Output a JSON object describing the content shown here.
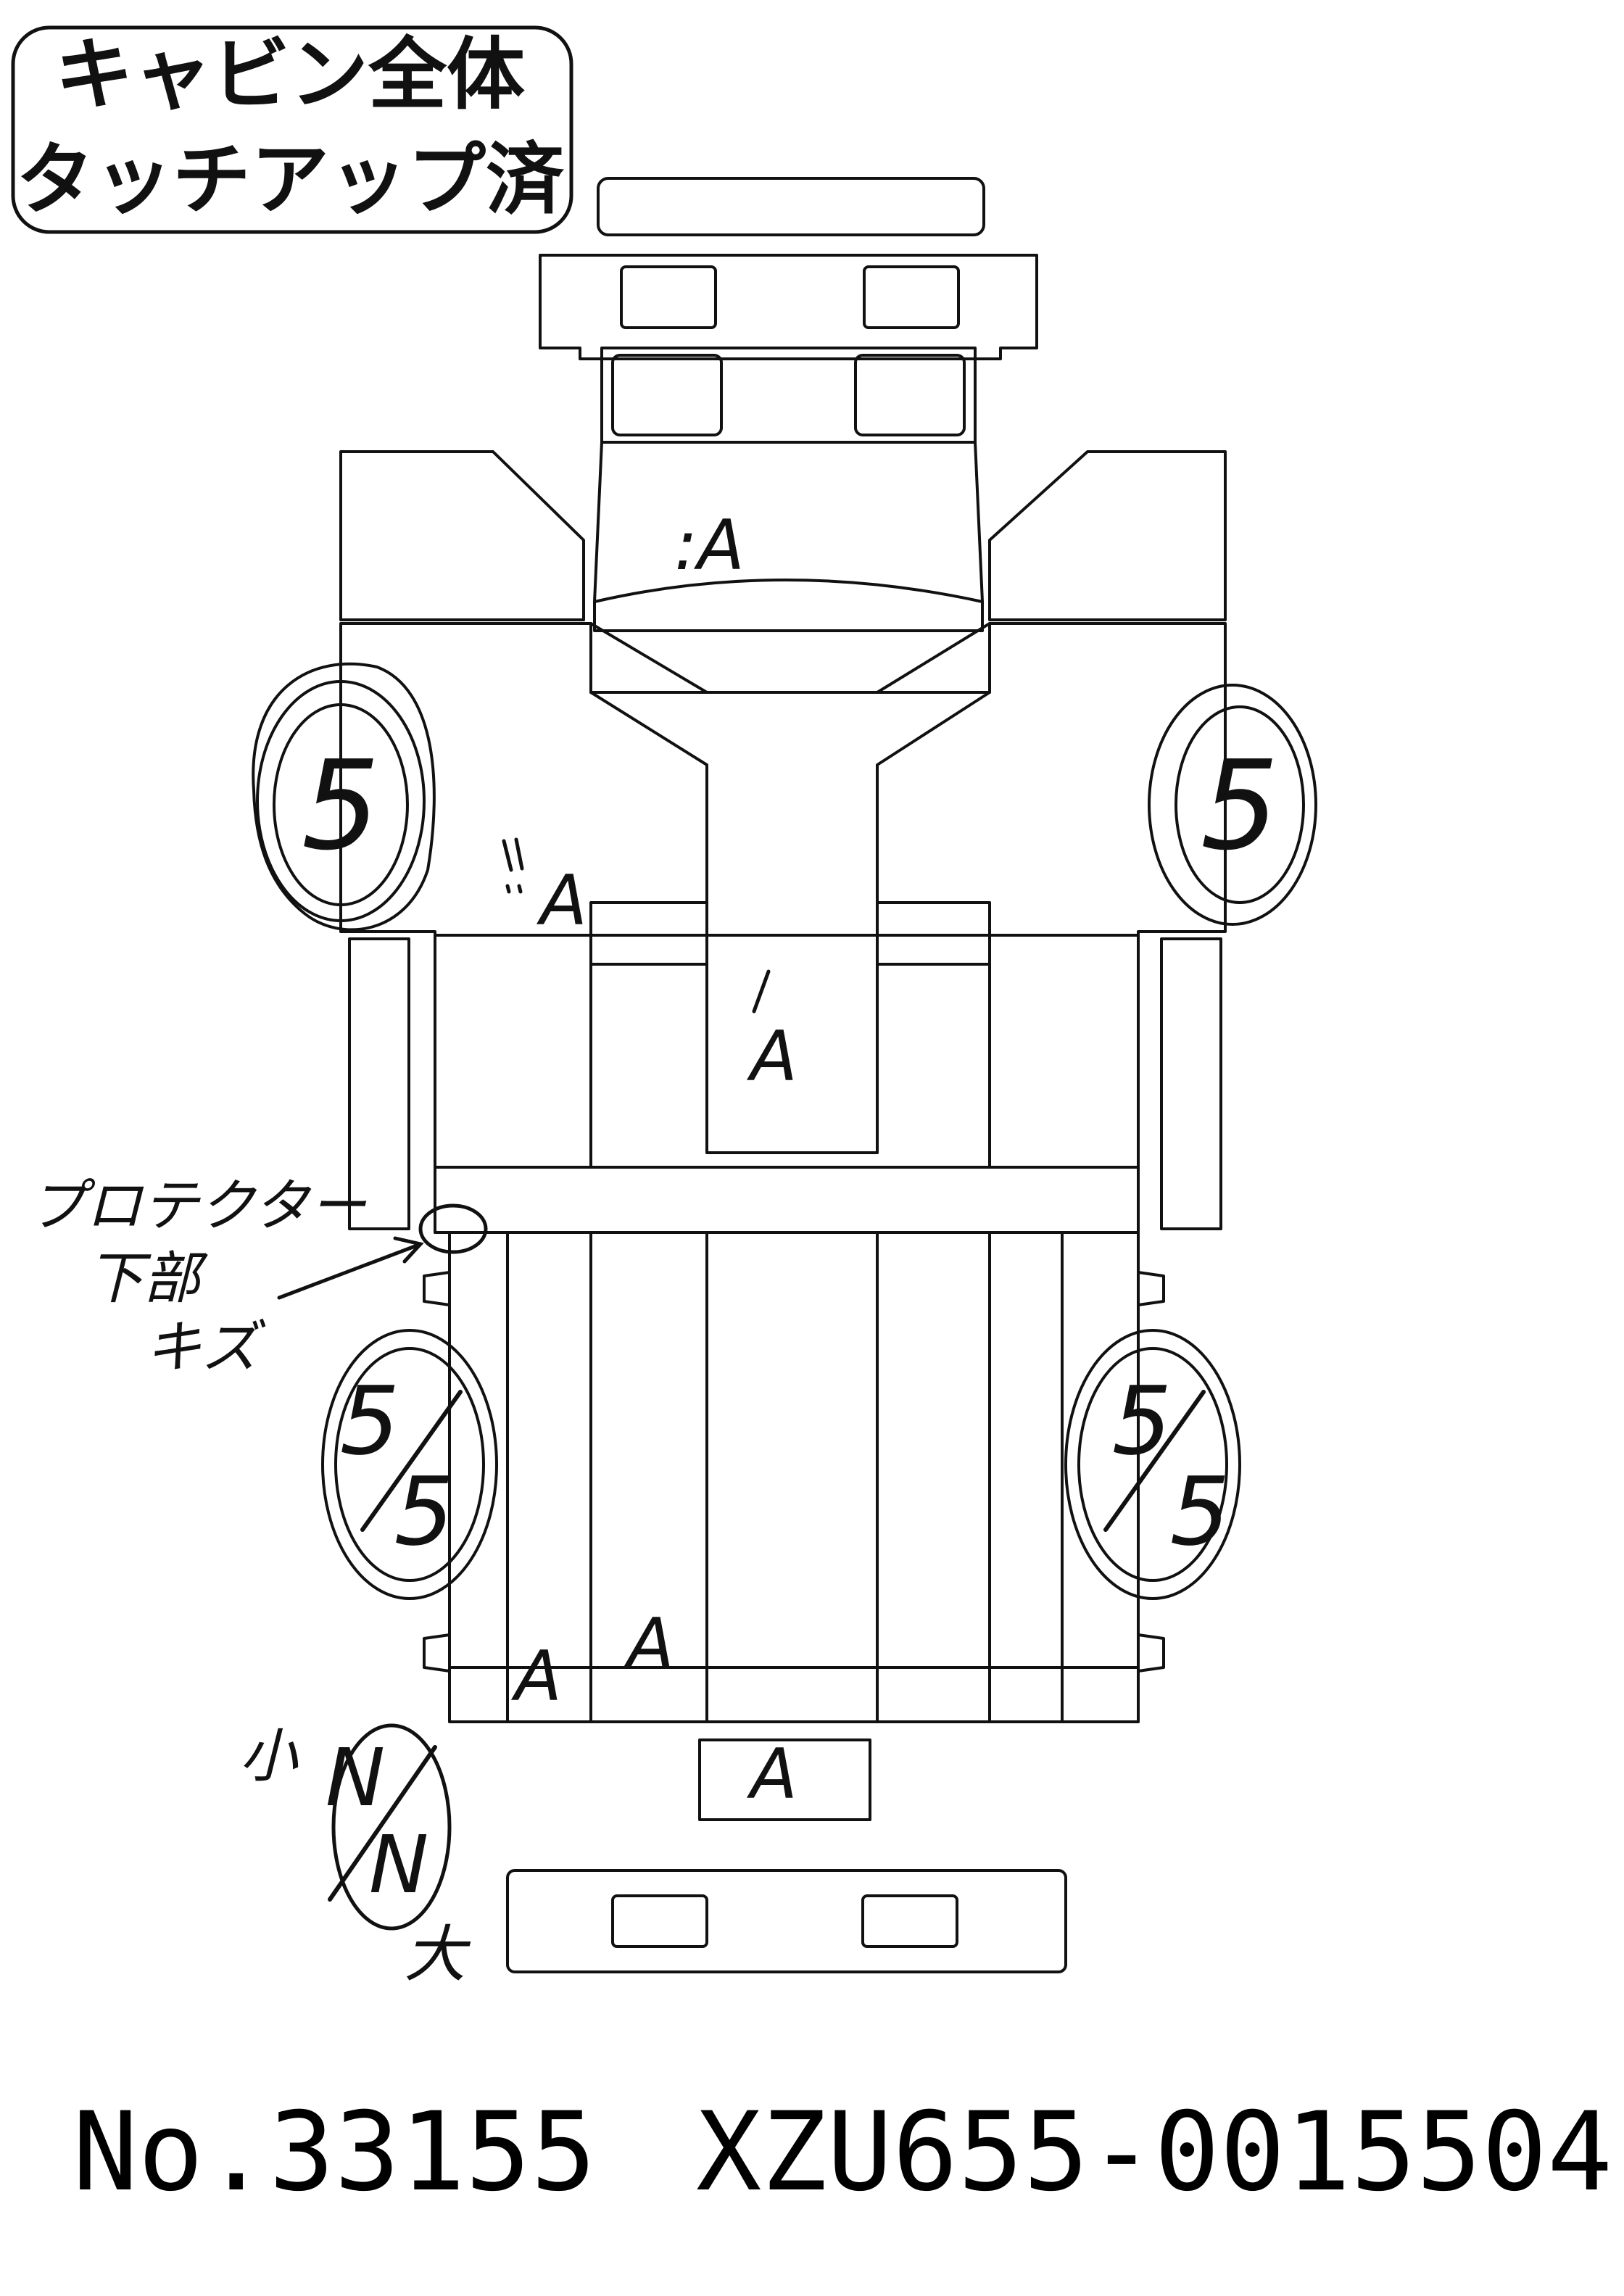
{
  "stamp": {
    "line1": "キャビン全体",
    "line2": "タッチアップ済"
  },
  "annotations": {
    "cab_front": ":A",
    "side_left": "A",
    "center": "A",
    "rear_left_outer": "A",
    "rear_left_inner": "A",
    "rear_bumper": "A",
    "protector_note": [
      "プロテクター",
      "下部",
      "キズ"
    ]
  },
  "tires": {
    "front_left": "5",
    "front_right": "5",
    "rear_left": [
      "5",
      "5"
    ],
    "rear_right": [
      "5",
      "5"
    ],
    "spare": {
      "top": "N",
      "bottom": "N",
      "small_label": "小",
      "large_label": "大"
    }
  },
  "footer": {
    "number": "No.33155",
    "chassis": "XZU655-0015504"
  }
}
